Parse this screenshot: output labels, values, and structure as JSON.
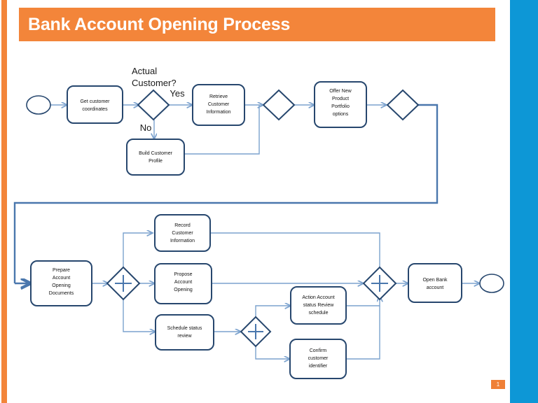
{
  "slide": {
    "title": "Bank Account Opening Process",
    "page_number": "1",
    "colors": {
      "title_bar": "#f3853a",
      "left_accent": "#f3853a",
      "right_band": "#0d97d6",
      "node_border": "#27476e",
      "connector": "#7ba2ce",
      "badge": "#ef8037"
    }
  },
  "diagram": {
    "type": "bpmn-flowchart",
    "annotations": [
      {
        "id": "ann-actual-customer",
        "text_line1": "Actual",
        "text_line2": "Customer?"
      },
      {
        "id": "edge-yes",
        "text": "Yes"
      },
      {
        "id": "edge-no",
        "text": "No"
      }
    ],
    "events": [
      {
        "id": "start-event",
        "kind": "start",
        "label": ""
      },
      {
        "id": "end-event",
        "kind": "end",
        "label": ""
      }
    ],
    "gateways": [
      {
        "id": "gw-actual-customer",
        "kind": "exclusive",
        "symbol": ""
      },
      {
        "id": "gw-merge-top",
        "kind": "exclusive",
        "symbol": ""
      },
      {
        "id": "gw-after-offer",
        "kind": "exclusive",
        "symbol": ""
      },
      {
        "id": "gw-split-parallel",
        "kind": "parallel",
        "symbol": "+"
      },
      {
        "id": "gw-split-review",
        "kind": "parallel",
        "symbol": "+"
      },
      {
        "id": "gw-join-parallel",
        "kind": "parallel",
        "symbol": "+"
      }
    ],
    "tasks": [
      {
        "id": "task-get-customer-coordinates",
        "lines": [
          "Get customer",
          "coordinates"
        ]
      },
      {
        "id": "task-retrieve-customer-information",
        "lines": [
          "Retrieve",
          "Customer",
          "Information"
        ]
      },
      {
        "id": "task-build-customer-profile",
        "lines": [
          "Build Customer",
          "Profile"
        ]
      },
      {
        "id": "task-offer-new-product-portfolio-options",
        "lines": [
          "Offer New",
          "Product",
          "Portfolio",
          "options"
        ]
      },
      {
        "id": "task-prepare-account-opening-documents",
        "lines": [
          "Prepare",
          "Account",
          "Opening",
          "Documents"
        ]
      },
      {
        "id": "task-record-customer-information",
        "lines": [
          "Record",
          "Customer",
          "Information"
        ]
      },
      {
        "id": "task-propose-account-opening",
        "lines": [
          "Propose",
          "Account",
          "Opening"
        ]
      },
      {
        "id": "task-schedule-status-review",
        "lines": [
          "Schedule status",
          "review"
        ]
      },
      {
        "id": "task-action-account-status-review-schedule",
        "lines": [
          "Action Account",
          "status  Review",
          "schedule"
        ]
      },
      {
        "id": "task-confirm-customer-identifier",
        "lines": [
          "Confirm",
          "customer",
          "identifier"
        ]
      },
      {
        "id": "task-open-bank-account",
        "lines": [
          "Open Bank",
          "account"
        ]
      }
    ]
  }
}
